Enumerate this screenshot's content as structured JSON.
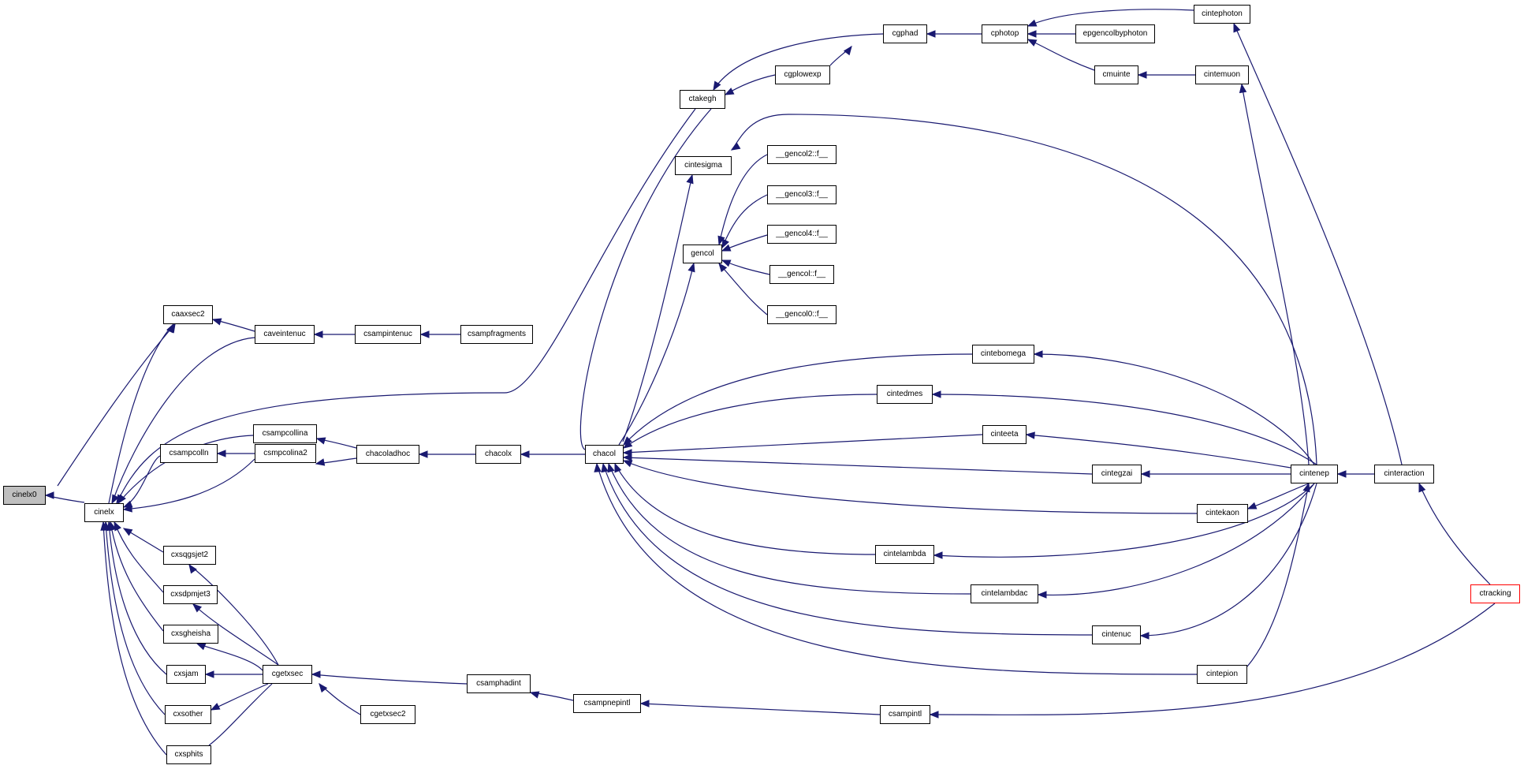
{
  "colors": {
    "edge": "#191970",
    "node_border": "#000000",
    "root_fill": "#bfbfbf",
    "alert_border": "#ff0000"
  },
  "nodes": {
    "cinelx0": "cinelx0",
    "cinelx": "cinelx",
    "caaxsec2": "caaxsec2",
    "caveintenuc": "caveintenuc",
    "csampintenuc": "csampintenuc",
    "csampfragments": "csampfragments",
    "csampcollina": "csampcollina",
    "csampcolln": "csampcolln",
    "csmpcolina2": "csmpcolina2",
    "chacoladhoc": "chacoladhoc",
    "chacolx": "chacolx",
    "chacol": "chacol",
    "cxsqgsjet2": "cxsqgsjet2",
    "cxsdpmjet3": "cxsdpmjet3",
    "cxsgheisha": "cxsgheisha",
    "cxsjam": "cxsjam",
    "cxsother": "cxsother",
    "cxsphits": "cxsphits",
    "cgetxsec": "cgetxsec",
    "cgetxsec2": "cgetxsec2",
    "csamphadint": "csamphadint",
    "csampnepintl": "csampnepintl",
    "csampintl": "csampintl",
    "ctakegh": "ctakegh",
    "cgplowexp": "cgplowexp",
    "cgphad": "cgphad",
    "cphotop": "cphotop",
    "cintephoton": "cintephoton",
    "epgencolbyphoton": "epgencolbyphoton",
    "cmuinte": "cmuinte",
    "cintemuon": "cintemuon",
    "cintesigma": "cintesigma",
    "gencol": "gencol",
    "gencol2f": "__gencol2::f__",
    "gencol3f": "__gencol3::f__",
    "gencol4f": "__gencol4::f__",
    "gencolf": "__gencol::f__",
    "gencol0f": "__gencol0::f__",
    "cintebomega": "cintebomega",
    "cintedmes": "cintedmes",
    "cinteeta": "cinteeta",
    "cintegzai": "cintegzai",
    "cintekaon": "cintekaon",
    "cintelambda": "cintelambda",
    "cintelambdac": "cintelambdac",
    "cintenuc": "cintenuc",
    "cintepion": "cintepion",
    "cintenep": "cintenep",
    "cinteraction": "cinteraction",
    "ctracking": "ctracking"
  }
}
